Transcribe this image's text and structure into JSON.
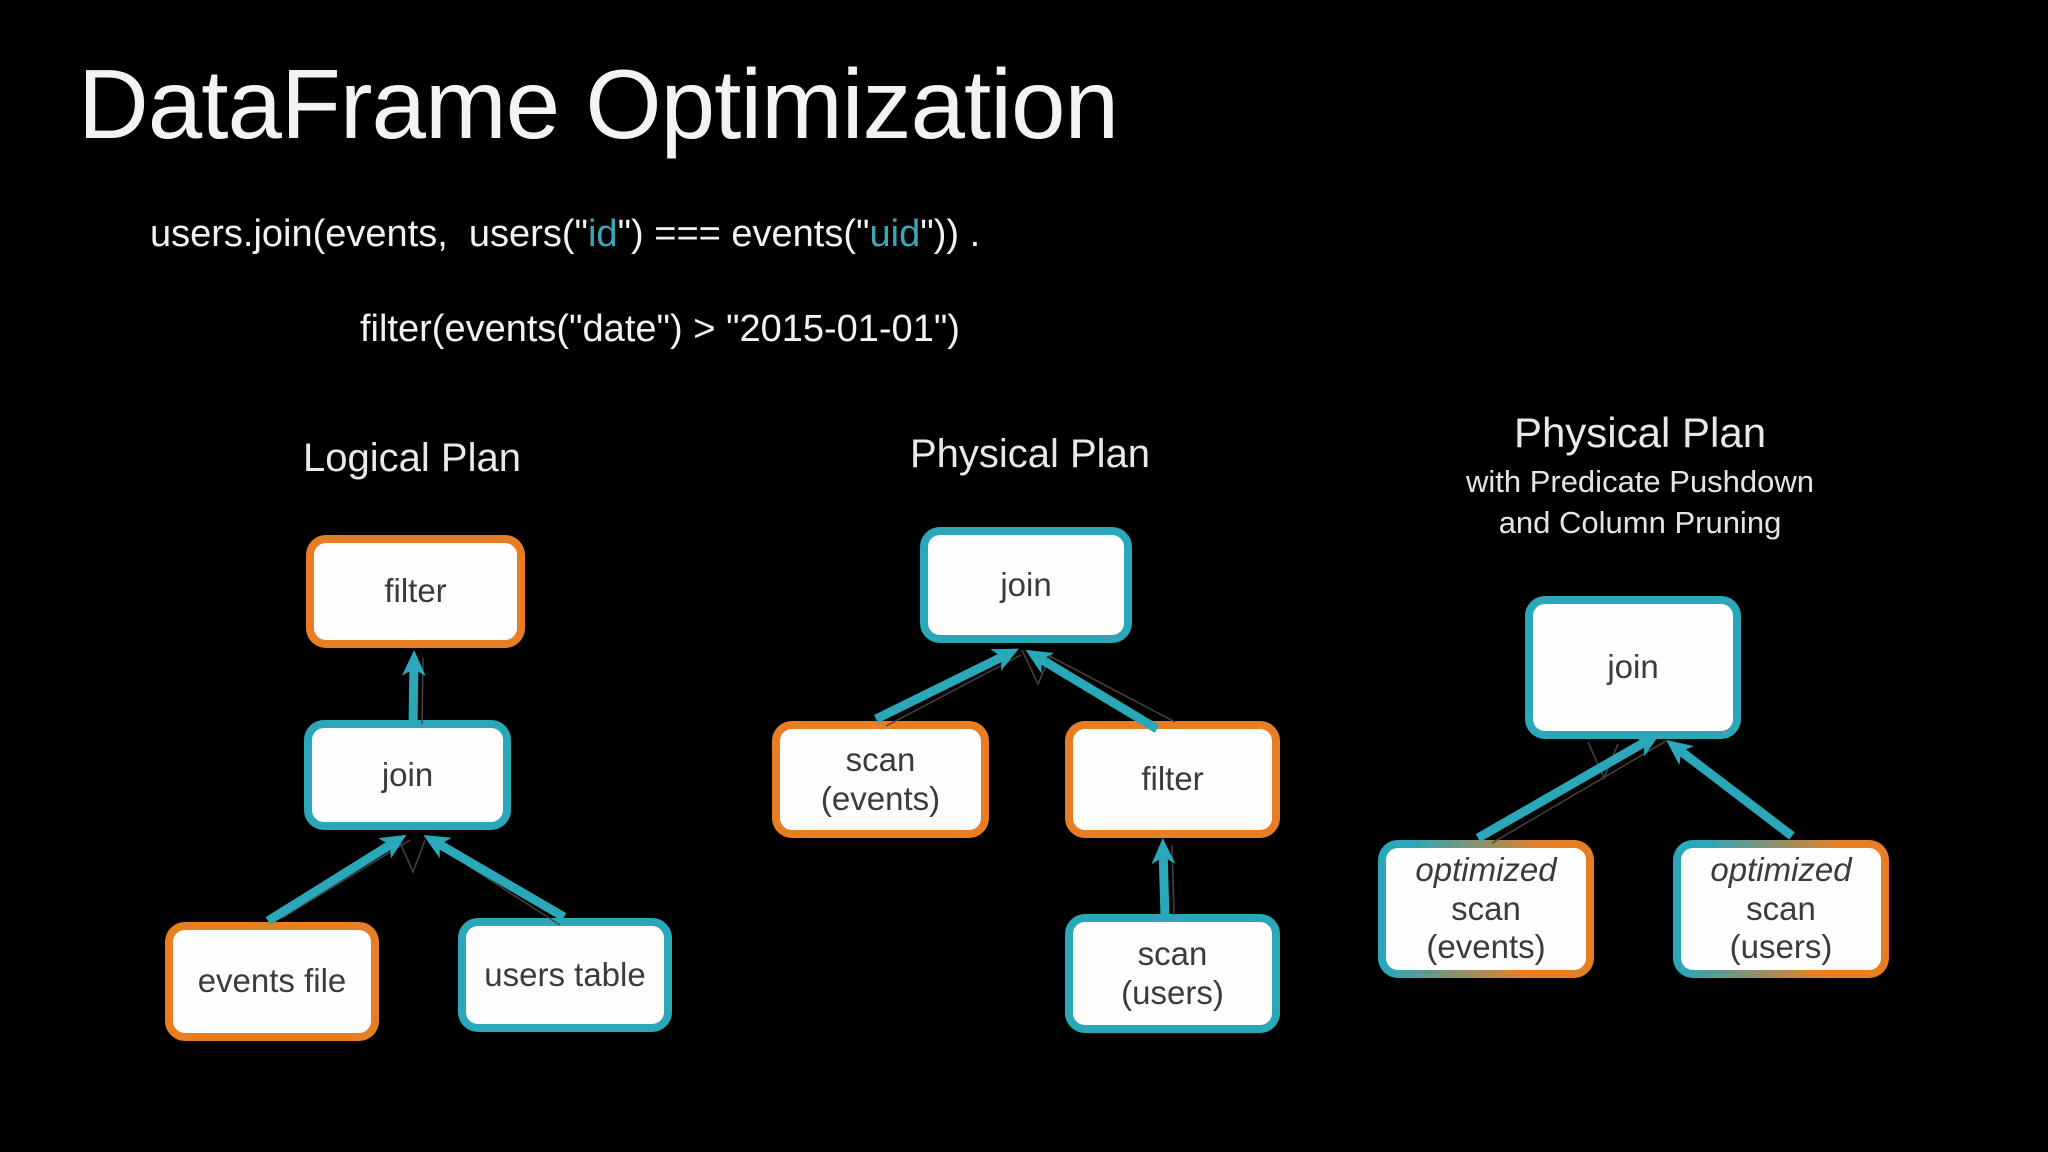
{
  "title": "DataFrame Optimization",
  "code": {
    "line1_pre": "users.join(events,  users(\"",
    "line1_accent1": "id",
    "line1_mid": "\") === events(\"",
    "line1_accent2": "uid",
    "line1_post": "\")) .",
    "line2": "filter(events(\"date\") > \"2015-01-01\")"
  },
  "colors": {
    "background": "#000000",
    "teal": "#2aa7b8",
    "orange": "#e87e23",
    "box_fill": "#fdfdfd",
    "box_text": "#3b3b3b",
    "heading_text": "#e9e9e9",
    "code_accent": "#3aa8ba"
  },
  "diagrams": [
    {
      "name": "logical-plan",
      "title": "Logical Plan",
      "nodes": [
        {
          "id": "filter",
          "lines": [
            "filter"
          ],
          "border": "orange"
        },
        {
          "id": "join",
          "lines": [
            "join"
          ],
          "border": "teal"
        },
        {
          "id": "events-file",
          "lines": [
            "events file"
          ],
          "border": "orange"
        },
        {
          "id": "users-table",
          "lines": [
            "users table"
          ],
          "border": "teal"
        }
      ]
    },
    {
      "name": "physical-plan",
      "title": "Physical Plan",
      "nodes": [
        {
          "id": "join",
          "lines": [
            "join"
          ],
          "border": "teal"
        },
        {
          "id": "scan-events",
          "lines": [
            "scan",
            "(events)"
          ],
          "border": "orange"
        },
        {
          "id": "filter",
          "lines": [
            "filter"
          ],
          "border": "orange"
        },
        {
          "id": "scan-users",
          "lines": [
            "scan",
            "(users)"
          ],
          "border": "teal"
        }
      ]
    },
    {
      "name": "physical-plan-optimized",
      "title": "Physical Plan",
      "subtitle_lines": [
        "with Predicate Pushdown",
        "and Column Pruning"
      ],
      "nodes": [
        {
          "id": "join",
          "lines": [
            "join"
          ],
          "border": "teal"
        },
        {
          "id": "optimized-scan-events",
          "lines": [
            "optimized",
            "scan",
            "(events)"
          ],
          "border": "gradient"
        },
        {
          "id": "optimized-scan-users",
          "lines": [
            "optimized",
            "scan",
            "(users)"
          ],
          "border": "gradient"
        }
      ]
    }
  ]
}
